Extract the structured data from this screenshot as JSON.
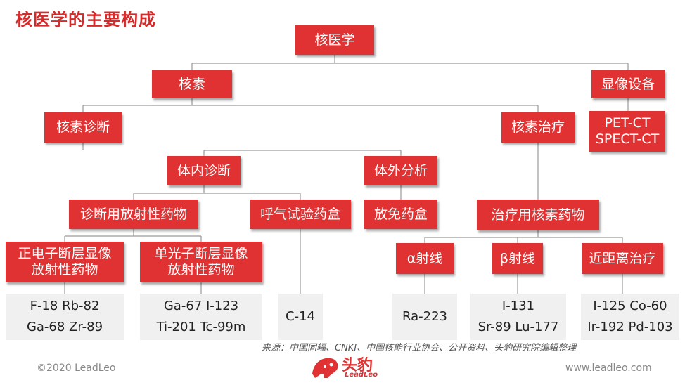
{
  "title": "核医学的主要构成",
  "nodes": {
    "root": "核医学",
    "nuclide": "核素",
    "imaging": "显像设备",
    "imaging_items": [
      "PET-CT",
      "SPECT-CT"
    ],
    "diagnosis": "核素诊断",
    "therapy": "核素治疗",
    "in_vivo": "体内诊断",
    "in_vitro": "体外分析",
    "radiopharma": "诊断用放射性药物",
    "breath_kit": "呼气试验药盒",
    "ria_kit": "放免药盒",
    "therapy_drugs": "治疗用核素药物",
    "positron": [
      "正电子断层显像",
      "放射性药物"
    ],
    "single_photon": [
      "单光子断层显像",
      "放射性药物"
    ],
    "alpha": "α射线",
    "beta": "β射线",
    "brachy": "近距离治疗"
  },
  "leaves": {
    "positron_isotopes": [
      "F-18 Rb-82",
      "Ga-68 Zr-89"
    ],
    "single_photon_isotopes": [
      "Ga-67 I-123",
      "Ti-201 Tc-99m"
    ],
    "breath_isotope": "C-14",
    "alpha_isotope": "Ra-223",
    "beta_isotopes": [
      "I-131",
      "Sr-89 Lu-177"
    ],
    "brachy_isotopes": [
      "I-125 Co-60",
      "Ir-192 Pd-103"
    ]
  },
  "footer": {
    "source": "来源：中国同辐、CNKI、中国核能行业协会、公开资料、头豹研究院编辑整理",
    "copyright": "©2020 LeadLeo",
    "website": "www.leadleo.com",
    "logo_text": "头豹",
    "logo_sub": "LeadLeo"
  },
  "colors": {
    "node": "#e03232",
    "leaf": "#f0f0f0",
    "title": "#d42a2a",
    "line": "#9a9a9a"
  }
}
